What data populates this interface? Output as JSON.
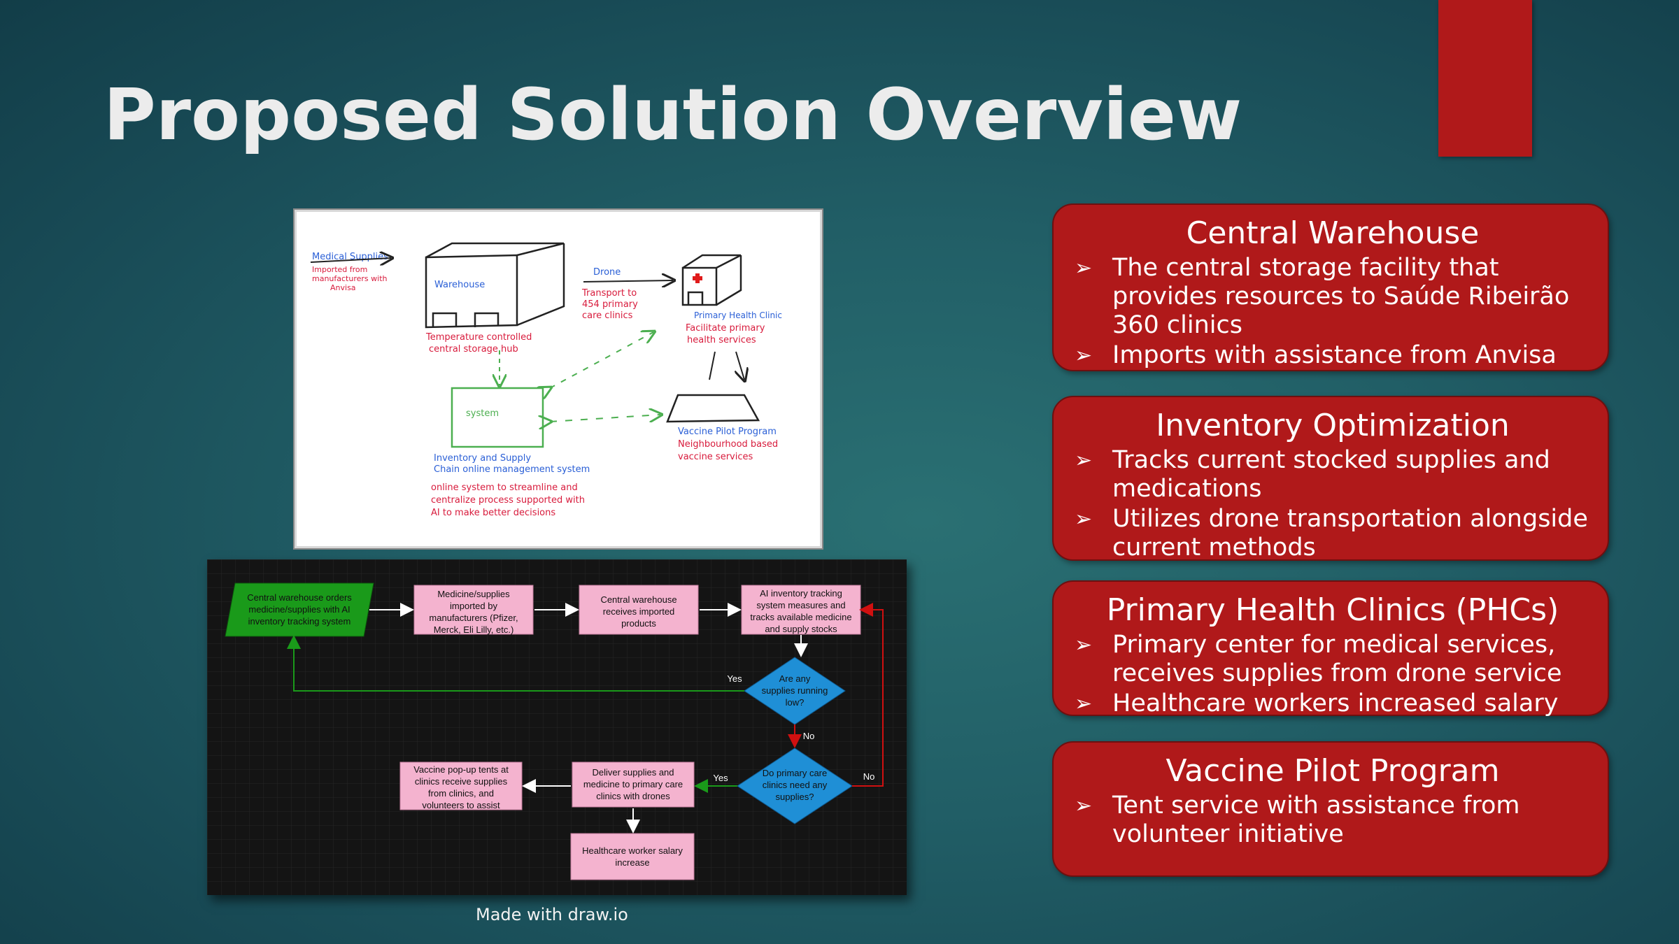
{
  "slide": {
    "title": "Proposed Solution Overview",
    "caption": "Made with draw.io"
  },
  "sketch": {
    "medical_supplies": "Medical Supplies",
    "imported_note": [
      "Imported from",
      "manufacturers with",
      "Anvisa"
    ],
    "warehouse": "Warehouse",
    "warehouse_note": [
      "Temperature controlled",
      "central storage hub"
    ],
    "drone": "Drone",
    "drone_note": [
      "Transport to",
      "454 primary",
      "care clinics"
    ],
    "clinic": [
      "Primary Health Clinic",
      "Facilitate primary",
      "health services"
    ],
    "system": "system",
    "system_note": [
      "Inventory and Supply",
      "Chain online management system"
    ],
    "system_desc": [
      "online system to streamline and",
      "centralize process supported with",
      "AI to make better decisions"
    ],
    "pilot": [
      "Vaccine Pilot Program",
      "Neighbourhood based",
      "vaccine services"
    ]
  },
  "flowchart": {
    "start": [
      "Central warehouse orders",
      "medicine/supplies with AI",
      "inventory tracking system"
    ],
    "imported": [
      "Medicine/supplies",
      "imported by",
      "manufacturers (Pfizer,",
      "Merck, Eli Lilly, etc.)"
    ],
    "receives": [
      "Central warehouse",
      "receives imported",
      "products"
    ],
    "tracking": [
      "AI inventory tracking",
      "system measures and",
      "tracks available medicine",
      "and supply stocks"
    ],
    "decision1": [
      "Are any",
      "supplies running",
      "low?"
    ],
    "decision2": [
      "Do primary care",
      "clinics need any",
      "supplies?"
    ],
    "deliver": [
      "Deliver supplies and",
      "medicine to primary care",
      "clinics with drones"
    ],
    "popup": [
      "Vaccine pop-up tents at",
      "clinics receive supplies",
      "from clinics, and",
      "volunteers to assist"
    ],
    "salary": [
      "Healthcare worker salary",
      "increase"
    ],
    "yes": "Yes",
    "no": "No"
  },
  "cards": [
    {
      "title": "Central Warehouse",
      "bullets": [
        "The central storage facility that provides resources to Saúde Ribeirão 360 clinics",
        "Imports with assistance from Anvisa"
      ]
    },
    {
      "title": "Inventory Optimization",
      "bullets": [
        "Tracks current stocked supplies and medications",
        "Utilizes drone transportation alongside current methods"
      ]
    },
    {
      "title": "Primary Health Clinics (PHCs)",
      "bullets": [
        "Primary center for medical services, receives supplies from drone service",
        "Healthcare workers increased salary"
      ]
    },
    {
      "title": "Vaccine Pilot Program",
      "bullets": [
        "Tent service with assistance from volunteer initiative"
      ]
    }
  ],
  "colors": {
    "card_red": "#b0191a",
    "flow_pink": "#f4b3cf",
    "flow_green": "#1a9a1a",
    "flow_blue": "#1f8fd6"
  },
  "icons": {
    "bullet": "arrowhead-bullet-icon"
  }
}
